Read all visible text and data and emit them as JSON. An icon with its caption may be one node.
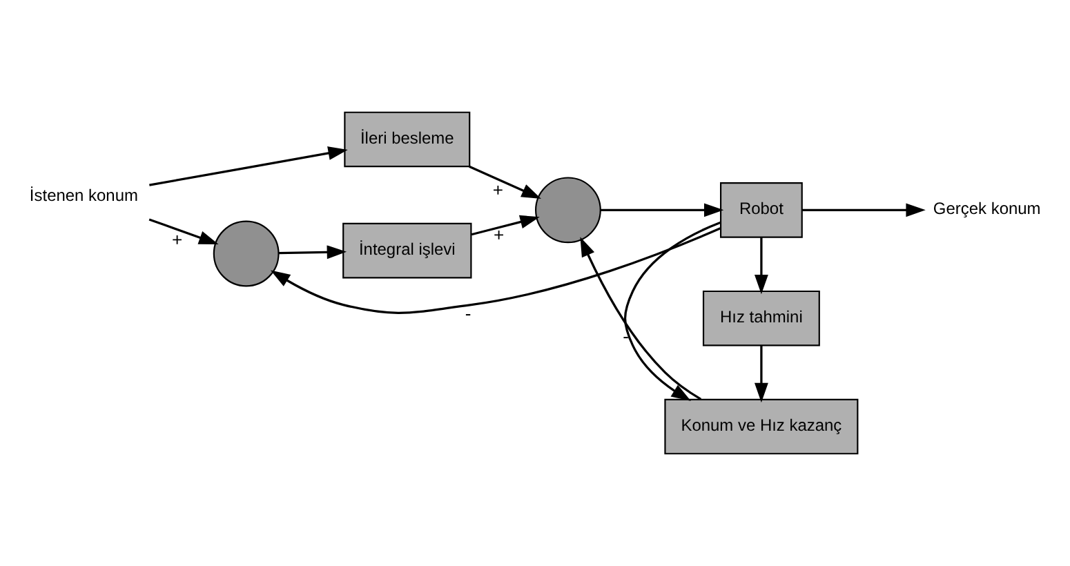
{
  "diagram": {
    "nodes": [
      {
        "text": [
          "İleri besleme"
        ]
      },
      {
        "text": [],
        "shape": "circle"
      },
      {
        "text": [
          "İntegral işlevi"
        ]
      },
      {
        "text": [],
        "shape": "circle"
      },
      {
        "text": [
          "Robot"
        ]
      },
      {
        "text": [
          "Konum ve Hız kazanç"
        ]
      },
      {
        "text": [
          "Hız tahmini"
        ]
      },
      {
        "text": [
          "İstenen konum"
        ]
      },
      {
        "text": [
          "Gerçek konum"
        ]
      }
    ],
    "edges": [
      {
        "from": 7,
        "to": 1,
        "arrow": "to",
        "label": "+"
      },
      {
        "from": 7,
        "to": 0,
        "arrow": "to"
      },
      {
        "from": 1,
        "to": 2,
        "arrow": "to"
      },
      {
        "from": 2,
        "to": 3,
        "arrow": "to",
        "label": "+"
      },
      {
        "from": 0,
        "to": 3,
        "arrow": "to",
        "label": "+"
      },
      {
        "from": 3,
        "to": 4,
        "arrow": "to"
      },
      {
        "from": 4,
        "to": 8,
        "arrow": "to"
      },
      {
        "from": 4,
        "to": 6,
        "arrow": "to"
      },
      {
        "from": 4,
        "to": 5,
        "arrow": "to"
      },
      {
        "from": 6,
        "to": 5,
        "arrow": "to"
      },
      {
        "from": 5,
        "to": 3,
        "arrow": "to",
        "label": "-"
      },
      {
        "from": 4,
        "to": 1,
        "arrow": "to",
        "label": "-"
      }
    ]
  }
}
